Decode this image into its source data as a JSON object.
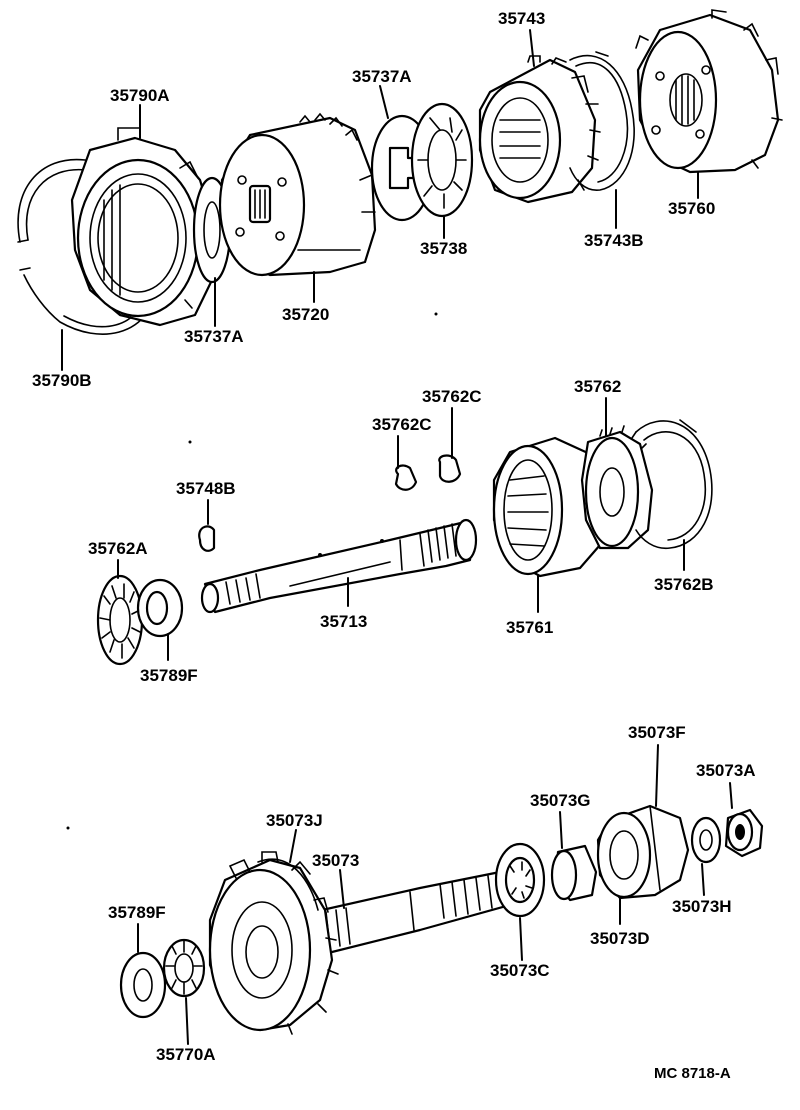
{
  "parts": {
    "p35743": "35743",
    "p35790A": "35790A",
    "p35737A_top": "35737A",
    "p35738": "35738",
    "p35743B": "35743B",
    "p35760": "35760",
    "p35720": "35720",
    "p35737A_bottom": "35737A",
    "p35790B": "35790B",
    "p35762": "35762",
    "p35762C_right": "35762C",
    "p35762C_left": "35762C",
    "p35748B": "35748B",
    "p35762A": "35762A",
    "p35762B": "35762B",
    "p35713": "35713",
    "p35761": "35761",
    "p35789F_mid": "35789F",
    "p35073F": "35073F",
    "p35073A": "35073A",
    "p35073G": "35073G",
    "p35073J": "35073J",
    "p35073": "35073",
    "p35789F_low": "35789F",
    "p35073H": "35073H",
    "p35073D": "35073D",
    "p35073C": "35073C",
    "p35770A": "35770A"
  },
  "diagram_code": "MC  8718-A"
}
